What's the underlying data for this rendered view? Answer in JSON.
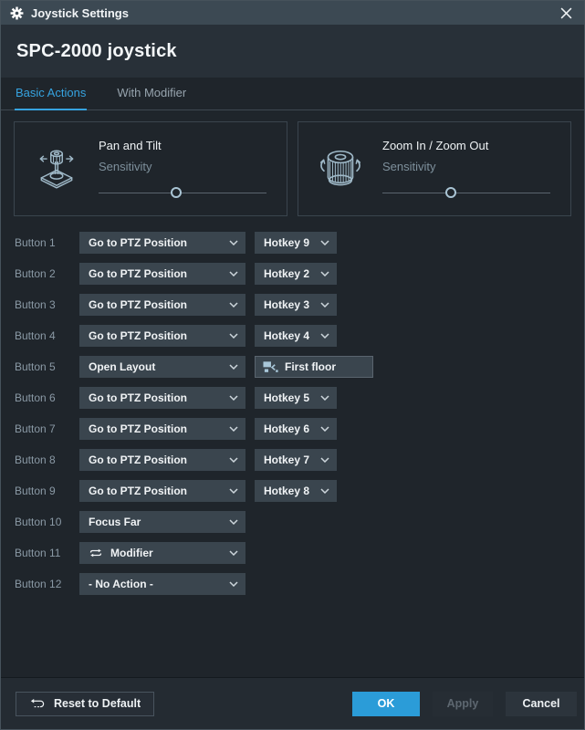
{
  "titlebar": {
    "title": "Joystick Settings"
  },
  "header": {
    "title": "SPC-2000 joystick"
  },
  "tabs": [
    {
      "label": "Basic Actions",
      "active": true
    },
    {
      "label": "With Modifier",
      "active": false
    }
  ],
  "panels": [
    {
      "title": "Pan and Tilt",
      "sensitivity_label": "Sensitivity",
      "slider_percent": 46,
      "icon": "joystick-icon"
    },
    {
      "title": "Zoom In / Zoom Out",
      "sensitivity_label": "Sensitivity",
      "slider_percent": 41,
      "icon": "rotary-knob-icon"
    }
  ],
  "rows": [
    {
      "label": "Button 1",
      "action": "Go to PTZ Position",
      "value": "Hotkey 9"
    },
    {
      "label": "Button 2",
      "action": "Go to PTZ Position",
      "value": "Hotkey 2"
    },
    {
      "label": "Button 3",
      "action": "Go to PTZ Position",
      "value": "Hotkey 3"
    },
    {
      "label": "Button 4",
      "action": "Go to PTZ Position",
      "value": "Hotkey 4"
    },
    {
      "label": "Button 5",
      "action": "Open Layout",
      "value": "First floor"
    },
    {
      "label": "Button 6",
      "action": "Go to PTZ Position",
      "value": "Hotkey 5"
    },
    {
      "label": "Button 7",
      "action": "Go to PTZ Position",
      "value": "Hotkey 6"
    },
    {
      "label": "Button 8",
      "action": "Go to PTZ Position",
      "value": "Hotkey 7"
    },
    {
      "label": "Button 9",
      "action": "Go to PTZ Position",
      "value": "Hotkey 8"
    },
    {
      "label": "Button 10",
      "action": "Focus Far"
    },
    {
      "label": "Button 11",
      "action": "Modifier"
    },
    {
      "label": "Button 12",
      "action": "- No Action -"
    }
  ],
  "footer": {
    "reset_label": "Reset to Default",
    "ok_label": "OK",
    "apply_label": "Apply",
    "cancel_label": "Cancel"
  },
  "colors": {
    "accent_blue": "#36a3e0",
    "ok_button": "#2b9cd8",
    "titlebar_bg": "#3c4953",
    "content_bg": "#1f252b",
    "control_bg": "#3a454e",
    "icon_stroke": "#9fb9c8"
  }
}
